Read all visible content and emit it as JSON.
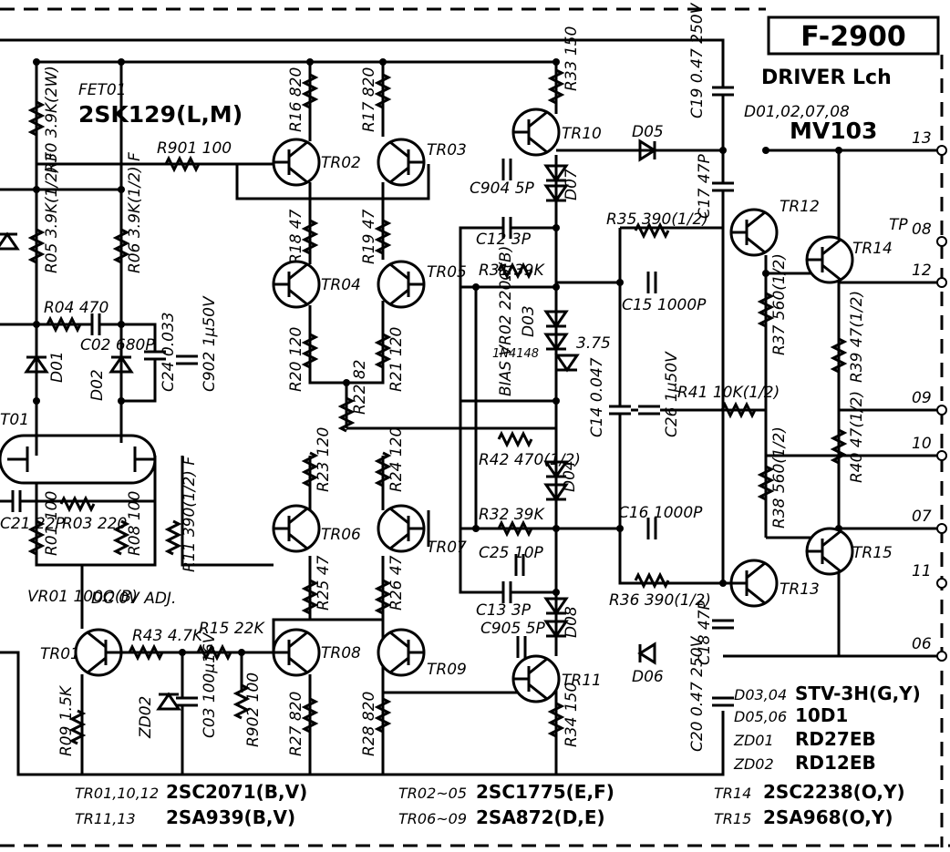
{
  "title": "F-2900",
  "subtitle": "DRIVER Lch",
  "d_group": {
    "label": "D01,02,07,08",
    "part": "MV103"
  },
  "fet": {
    "label": "FET01",
    "part": "2SK129(L,M)"
  },
  "transistors": [
    {
      "id": "tr01",
      "label": "TR01"
    },
    {
      "id": "tr02",
      "label": "TR02"
    },
    {
      "id": "tr03",
      "label": "TR03"
    },
    {
      "id": "tr04",
      "label": "TR04"
    },
    {
      "id": "tr05",
      "label": "TR05"
    },
    {
      "id": "tr06",
      "label": "TR06"
    },
    {
      "id": "tr07",
      "label": "TR07"
    },
    {
      "id": "tr08",
      "label": "TR08"
    },
    {
      "id": "tr09",
      "label": "TR09"
    },
    {
      "id": "tr10",
      "label": "TR10"
    },
    {
      "id": "tr11",
      "label": "TR11"
    },
    {
      "id": "tr12",
      "label": "TR12"
    },
    {
      "id": "tr13",
      "label": "TR13"
    },
    {
      "id": "tr14",
      "label": "TR14"
    },
    {
      "id": "tr15",
      "label": "TR15"
    }
  ],
  "resistors": [
    {
      "id": "r01",
      "label": "R01 100"
    },
    {
      "id": "r03",
      "label": "R03 220"
    },
    {
      "id": "r04",
      "label": "R04 470"
    },
    {
      "id": "r05",
      "label": "R05 3.9K(1/2) F"
    },
    {
      "id": "r06",
      "label": "R06 3.9K(1/2) F"
    },
    {
      "id": "r08",
      "label": "R08 100"
    },
    {
      "id": "r09",
      "label": "R09 1.5K"
    },
    {
      "id": "r11",
      "label": "R11 390(1/2) F"
    },
    {
      "id": "r15",
      "label": "R15 22K"
    },
    {
      "id": "r16",
      "label": "R16 820"
    },
    {
      "id": "r17",
      "label": "R17 820"
    },
    {
      "id": "r18",
      "label": "R18 47"
    },
    {
      "id": "r19",
      "label": "R19 47"
    },
    {
      "id": "r20",
      "label": "R20 120"
    },
    {
      "id": "r21",
      "label": "R21 120"
    },
    {
      "id": "r22",
      "label": "R22 82"
    },
    {
      "id": "r23",
      "label": "R23 120"
    },
    {
      "id": "r24",
      "label": "R24 120"
    },
    {
      "id": "r25",
      "label": "R25 47"
    },
    {
      "id": "r26",
      "label": "R26 47"
    },
    {
      "id": "r27",
      "label": "R27 820"
    },
    {
      "id": "r28",
      "label": "R28 820"
    },
    {
      "id": "r30",
      "label": "R30 3.9K(2W)"
    },
    {
      "id": "r31",
      "label": "R31 39K"
    },
    {
      "id": "r32",
      "label": "R32 39K"
    },
    {
      "id": "r33",
      "label": "R33 150"
    },
    {
      "id": "r34",
      "label": "R34 150"
    },
    {
      "id": "r35",
      "label": "R35 390(1/2)"
    },
    {
      "id": "r36",
      "label": "R36 390(1/2)"
    },
    {
      "id": "r37",
      "label": "R37 560(1/2)"
    },
    {
      "id": "r38",
      "label": "R38 560(1/2)"
    },
    {
      "id": "r39",
      "label": "R39 47(1/2)"
    },
    {
      "id": "r40",
      "label": "R40 47(1/2)"
    },
    {
      "id": "r41",
      "label": "R41 10K(1/2)"
    },
    {
      "id": "r42",
      "label": "R42 470(1/2)"
    },
    {
      "id": "r43",
      "label": "R43 4.7K"
    },
    {
      "id": "r901",
      "label": "R901 100"
    },
    {
      "id": "r902",
      "label": "R902 100"
    }
  ],
  "capacitors": [
    {
      "id": "c02",
      "label": "C02 680P"
    },
    {
      "id": "c03",
      "label": "C03 100µ16V"
    },
    {
      "id": "c12",
      "label": "C12 3P"
    },
    {
      "id": "c13",
      "label": "C13 3P"
    },
    {
      "id": "c14",
      "label": "C14 0.047"
    },
    {
      "id": "c15",
      "label": "C15 1000P"
    },
    {
      "id": "c16",
      "label": "C16 1000P"
    },
    {
      "id": "c17",
      "label": "C17 47P"
    },
    {
      "id": "c18",
      "label": "C18 47P"
    },
    {
      "id": "c19",
      "label": "C19 0.47 250V"
    },
    {
      "id": "c20",
      "label": "C20 0.47 250V"
    },
    {
      "id": "c21",
      "label": "C21 22P"
    },
    {
      "id": "c24",
      "label": "C24 0.033"
    },
    {
      "id": "c25",
      "label": "C25 10P"
    },
    {
      "id": "c26",
      "label": "C26 1µ50V"
    },
    {
      "id": "c902",
      "label": "C902 1µ50V"
    },
    {
      "id": "c904",
      "label": "C904 5P"
    },
    {
      "id": "c905",
      "label": "C905 5P"
    }
  ],
  "diodes": [
    {
      "id": "d01",
      "label": "D01"
    },
    {
      "id": "d02",
      "label": "D02"
    },
    {
      "id": "d03",
      "label": "D03"
    },
    {
      "id": "d04",
      "label": "D04"
    },
    {
      "id": "d05",
      "label": "D05"
    },
    {
      "id": "d06",
      "label": "D06"
    },
    {
      "id": "d07",
      "label": "D07"
    },
    {
      "id": "d08",
      "label": "D08"
    },
    {
      "id": "zd02",
      "label": "ZD02"
    },
    {
      "id": "d1n4148",
      "label": "1N4148"
    }
  ],
  "pots": {
    "vr01": "VR01 100Ω(B)",
    "vr02": "BIAS VR02 220Ω(B)",
    "dcadj": "DC 0V ADJ.",
    "v375": "3.75"
  },
  "terminals": [
    "13",
    "08",
    "12",
    "09",
    "10",
    "07",
    "11",
    "06"
  ],
  "tp_label": "TP",
  "left_labels": {
    "t01": "T01"
  },
  "parts_list": [
    {
      "key": "TR01,10,12",
      "val": "2SC2071(B,V)"
    },
    {
      "key": "TR11,13",
      "val": "2SA939(B,V)"
    },
    {
      "key": "TR02~05",
      "val": "2SC1775(E,F)"
    },
    {
      "key": "TR06~09",
      "val": "2SA872(D,E)"
    },
    {
      "key": "TR14",
      "val": "2SC2238(O,Y)"
    },
    {
      "key": "TR15",
      "val": "2SA968(O,Y)"
    },
    {
      "key": "D03,04",
      "val": "STV-3H(G,Y)"
    },
    {
      "key": "D05,06",
      "val": "10D1"
    },
    {
      "key": "ZD01",
      "val": "RD27EB"
    },
    {
      "key": "ZD02",
      "val": "RD12EB"
    }
  ]
}
